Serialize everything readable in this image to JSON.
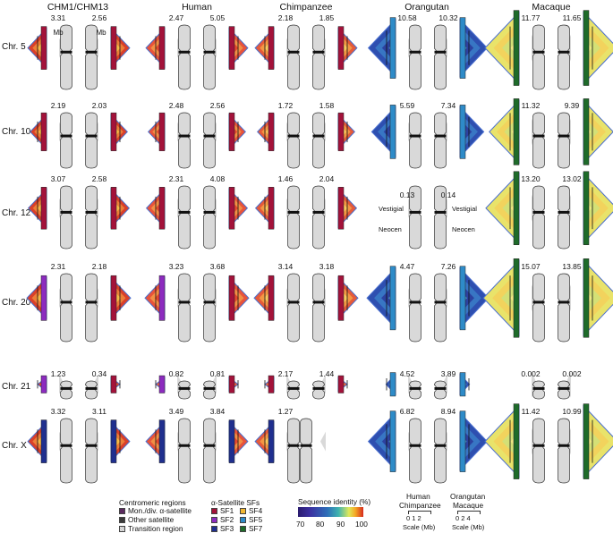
{
  "columns": [
    "CHM1/CHM13",
    "Human",
    "Chimpanzee",
    "Orangutan",
    "Macaque"
  ],
  "rows": [
    "Chr. 5",
    "Chr. 10",
    "Chr. 12",
    "Chr. 20",
    "Chr. 21",
    "Chr. X"
  ],
  "values": [
    [
      "3.31",
      "2.56",
      "2.47",
      "5.05",
      "2.18",
      "1.85",
      "10.58",
      "10.32",
      "11.77",
      "11.65"
    ],
    [
      "2.19",
      "2.03",
      "2.48",
      "2.56",
      "1.72",
      "1.58",
      "5.59",
      "7.34",
      "11.32",
      "9.39"
    ],
    [
      "3.07",
      "2.58",
      "2.31",
      "4.08",
      "1.46",
      "2.04",
      "0.13",
      "0.14",
      "13.20",
      "13.02"
    ],
    [
      "2.31",
      "2.18",
      "3.23",
      "3.68",
      "3.14",
      "3.18",
      "4.47",
      "7.26",
      "15.07",
      "13.85"
    ],
    [
      "1.23",
      "0.34",
      "0.82",
      "0.81",
      "2.17",
      "1.44",
      "4.52",
      "3.89",
      "0.002",
      "0.002"
    ],
    [
      "3.32",
      "3.11",
      "3.49",
      "3.84",
      "1.27",
      "",
      "6.82",
      "8.94",
      "11.42",
      "10.99"
    ]
  ],
  "mb_unit": "Mb",
  "orangutan_chr12": {
    "left_top": "Vestigial",
    "left_bottom": "Neocen",
    "right_top": "Vestigial",
    "right_bottom": "Neocen"
  },
  "legend": {
    "regions_title": "Centromeric regions",
    "regions": [
      {
        "label": "Mon./div. α-satellite",
        "color": "#5a2a5e"
      },
      {
        "label": "Other satellite",
        "color": "#3a3a3a"
      },
      {
        "label": "Transition region",
        "color": "#c8c8c8"
      }
    ],
    "sf_title": "α-Satellite SFs",
    "sfs": [
      {
        "label": "SF1",
        "color": "#a3123a"
      },
      {
        "label": "SF4",
        "color": "#f2b833"
      },
      {
        "label": "SF2",
        "color": "#8c2bbf"
      },
      {
        "label": "SF5",
        "color": "#2e8bc8"
      },
      {
        "label": "SF3",
        "color": "#1f2f8f"
      },
      {
        "label": "SF7",
        "color": "#1e6b2a"
      }
    ],
    "identity_title": "Sequence identity (%)",
    "identity_ticks": [
      "70",
      "80",
      "90",
      "100"
    ],
    "scale1_title_a": "Human",
    "scale1_title_b": "Chimpanzee",
    "scale1_ticks": "0  1  2",
    "scale1_label": "Scale (Mb)",
    "scale2_title_a": "Orangutan",
    "scale2_title_b": "Macaque",
    "scale2_ticks": "0  2  4",
    "scale2_label": "Scale (Mb)"
  },
  "colors": {
    "sf1": "#a3123a",
    "sf2": "#8c2bbf",
    "sf3": "#1f2f8f",
    "sf4": "#f2b833",
    "sf5": "#2e8bc8",
    "sf7": "#1e6b2a",
    "chromosome_fill": "#d9d9d9",
    "connector": "#d0d0d0"
  }
}
